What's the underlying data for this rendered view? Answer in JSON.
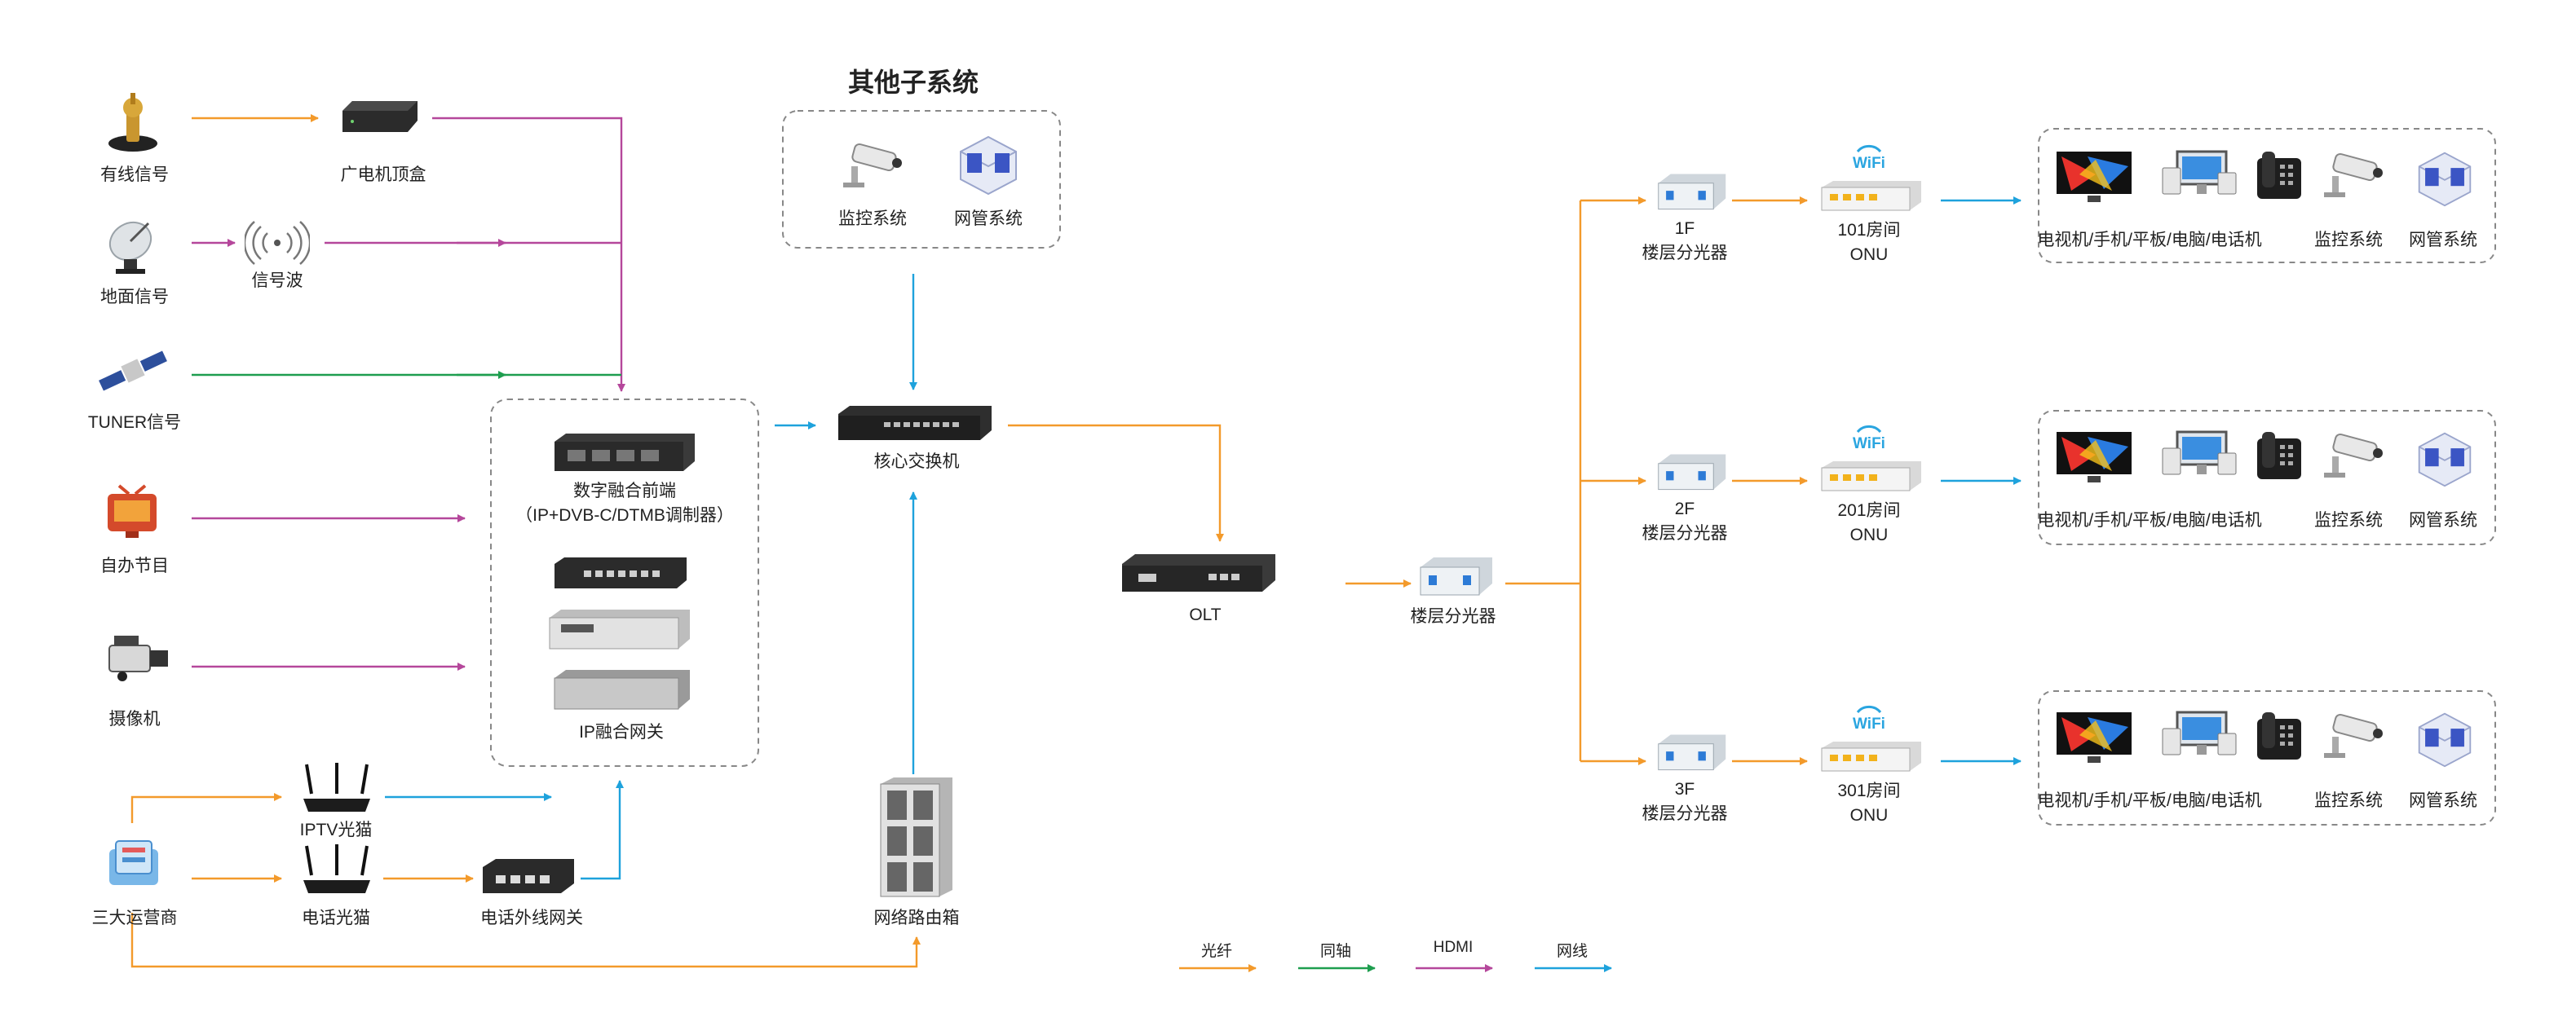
{
  "title": "其他子系统",
  "sources": {
    "cable": "有线信号",
    "stb": "广电机顶盒",
    "ground": "地面信号",
    "wave": "信号波",
    "tuner": "TUNER信号",
    "selfmade": "自办节目",
    "camera": "摄像机",
    "carriers": "三大运营商",
    "iptv_modem": "IPTV光猫",
    "phone_modem": "电话光猫",
    "phone_gateway": "电话外线网关"
  },
  "front_end": {
    "name_line1": "数字融合前端",
    "name_line2": "（IP+DVB-C/DTMB调制器）",
    "ip_gateway": "IP融合网关"
  },
  "subsystems": {
    "monitor": "监控系统",
    "netmgmt": "网管系统"
  },
  "core_switch": "核心交换机",
  "router_box": "网络路由箱",
  "olt": "OLT",
  "main_splitter": "楼层分光器",
  "floors": [
    {
      "floor": "1F",
      "splitter": "楼层分光器",
      "room": "101房间",
      "onu": "ONU",
      "wifi": "WiFi",
      "terminals": {
        "devices": "电视机/手机/平板/电脑/电话机",
        "monitor": "监控系统",
        "netmgmt": "网管系统"
      }
    },
    {
      "floor": "2F",
      "splitter": "楼层分光器",
      "room": "201房间",
      "onu": "ONU",
      "wifi": "WiFi",
      "terminals": {
        "devices": "电视机/手机/平板/电脑/电话机",
        "monitor": "监控系统",
        "netmgmt": "网管系统"
      }
    },
    {
      "floor": "3F",
      "splitter": "楼层分光器",
      "room": "301房间",
      "onu": "ONU",
      "wifi": "WiFi",
      "terminals": {
        "devices": "电视机/手机/平板/电脑/电话机",
        "monitor": "监控系统",
        "netmgmt": "网管系统"
      }
    }
  ],
  "legend": [
    {
      "label": "光纤",
      "color": "#f39a2b"
    },
    {
      "label": "同轴",
      "color": "#1e9e4f"
    },
    {
      "label": "HDMI",
      "color": "#b5479b"
    },
    {
      "label": "网线",
      "color": "#1ea2dc"
    }
  ],
  "colors": {
    "fiber": "#f39a2b",
    "coax": "#1e9e4f",
    "hdmi": "#b5479b",
    "ethernet": "#1ea2dc"
  }
}
